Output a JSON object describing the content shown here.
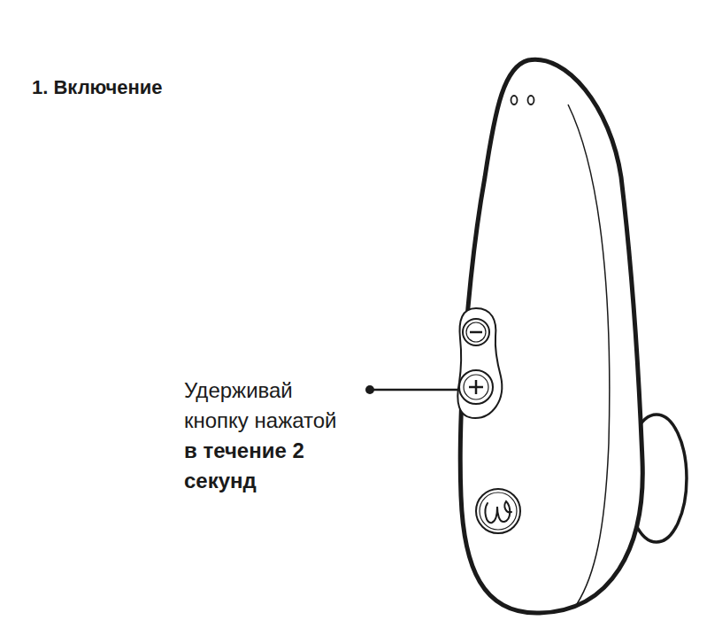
{
  "diagram": {
    "title": "1. Включение",
    "labels": [
      "Удерживай кнопку нажатой",
      "в течение 2 секунд"
    ]
  }
}
